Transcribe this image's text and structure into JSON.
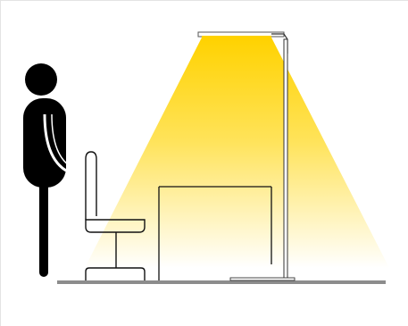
{
  "illustration": {
    "kind": "floor-lamp-workplace-diagram",
    "elements": [
      "standing-person",
      "office-chair",
      "desk",
      "floor-lamp",
      "light-cone",
      "floor-line"
    ]
  },
  "colors": {
    "light_top": "#ffd200",
    "light_mid": "#fff09a",
    "light_bottom": "#ffffff",
    "person": "#000000",
    "outline": "#111111",
    "floor": "#8c8c8c",
    "lamp_housing": "#c9c9c9",
    "frame_border": "#e3e3e3"
  }
}
